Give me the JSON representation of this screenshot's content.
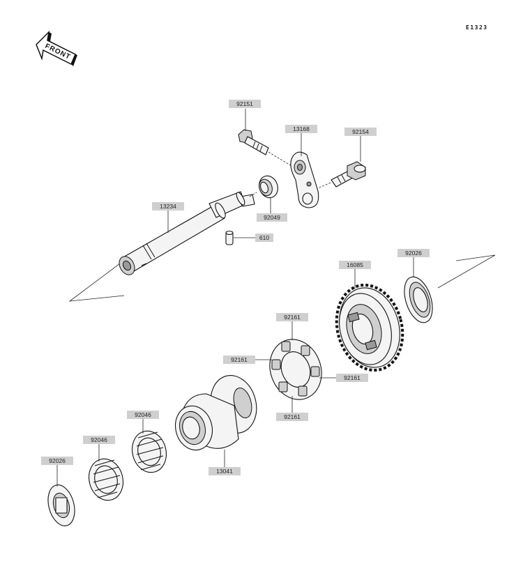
{
  "diagram_id": "E1323",
  "front_indicator": "FRONT",
  "parts": [
    {
      "id": "p92151",
      "number": "92151"
    },
    {
      "id": "p13168",
      "number": "13168"
    },
    {
      "id": "p92154",
      "number": "92154"
    },
    {
      "id": "p13234",
      "number": "13234"
    },
    {
      "id": "p92049",
      "number": "92049"
    },
    {
      "id": "p610",
      "number": "610"
    },
    {
      "id": "p92026a",
      "number": "92026"
    },
    {
      "id": "p16085",
      "number": "16085"
    },
    {
      "id": "p92161a",
      "number": "92161"
    },
    {
      "id": "p92161b",
      "number": "92161"
    },
    {
      "id": "p92161c",
      "number": "92161"
    },
    {
      "id": "p92161d",
      "number": "92161"
    },
    {
      "id": "p92046a",
      "number": "92046"
    },
    {
      "id": "p92046b",
      "number": "92046"
    },
    {
      "id": "p13041",
      "number": "13041"
    },
    {
      "id": "p92026b",
      "number": "92026"
    }
  ]
}
